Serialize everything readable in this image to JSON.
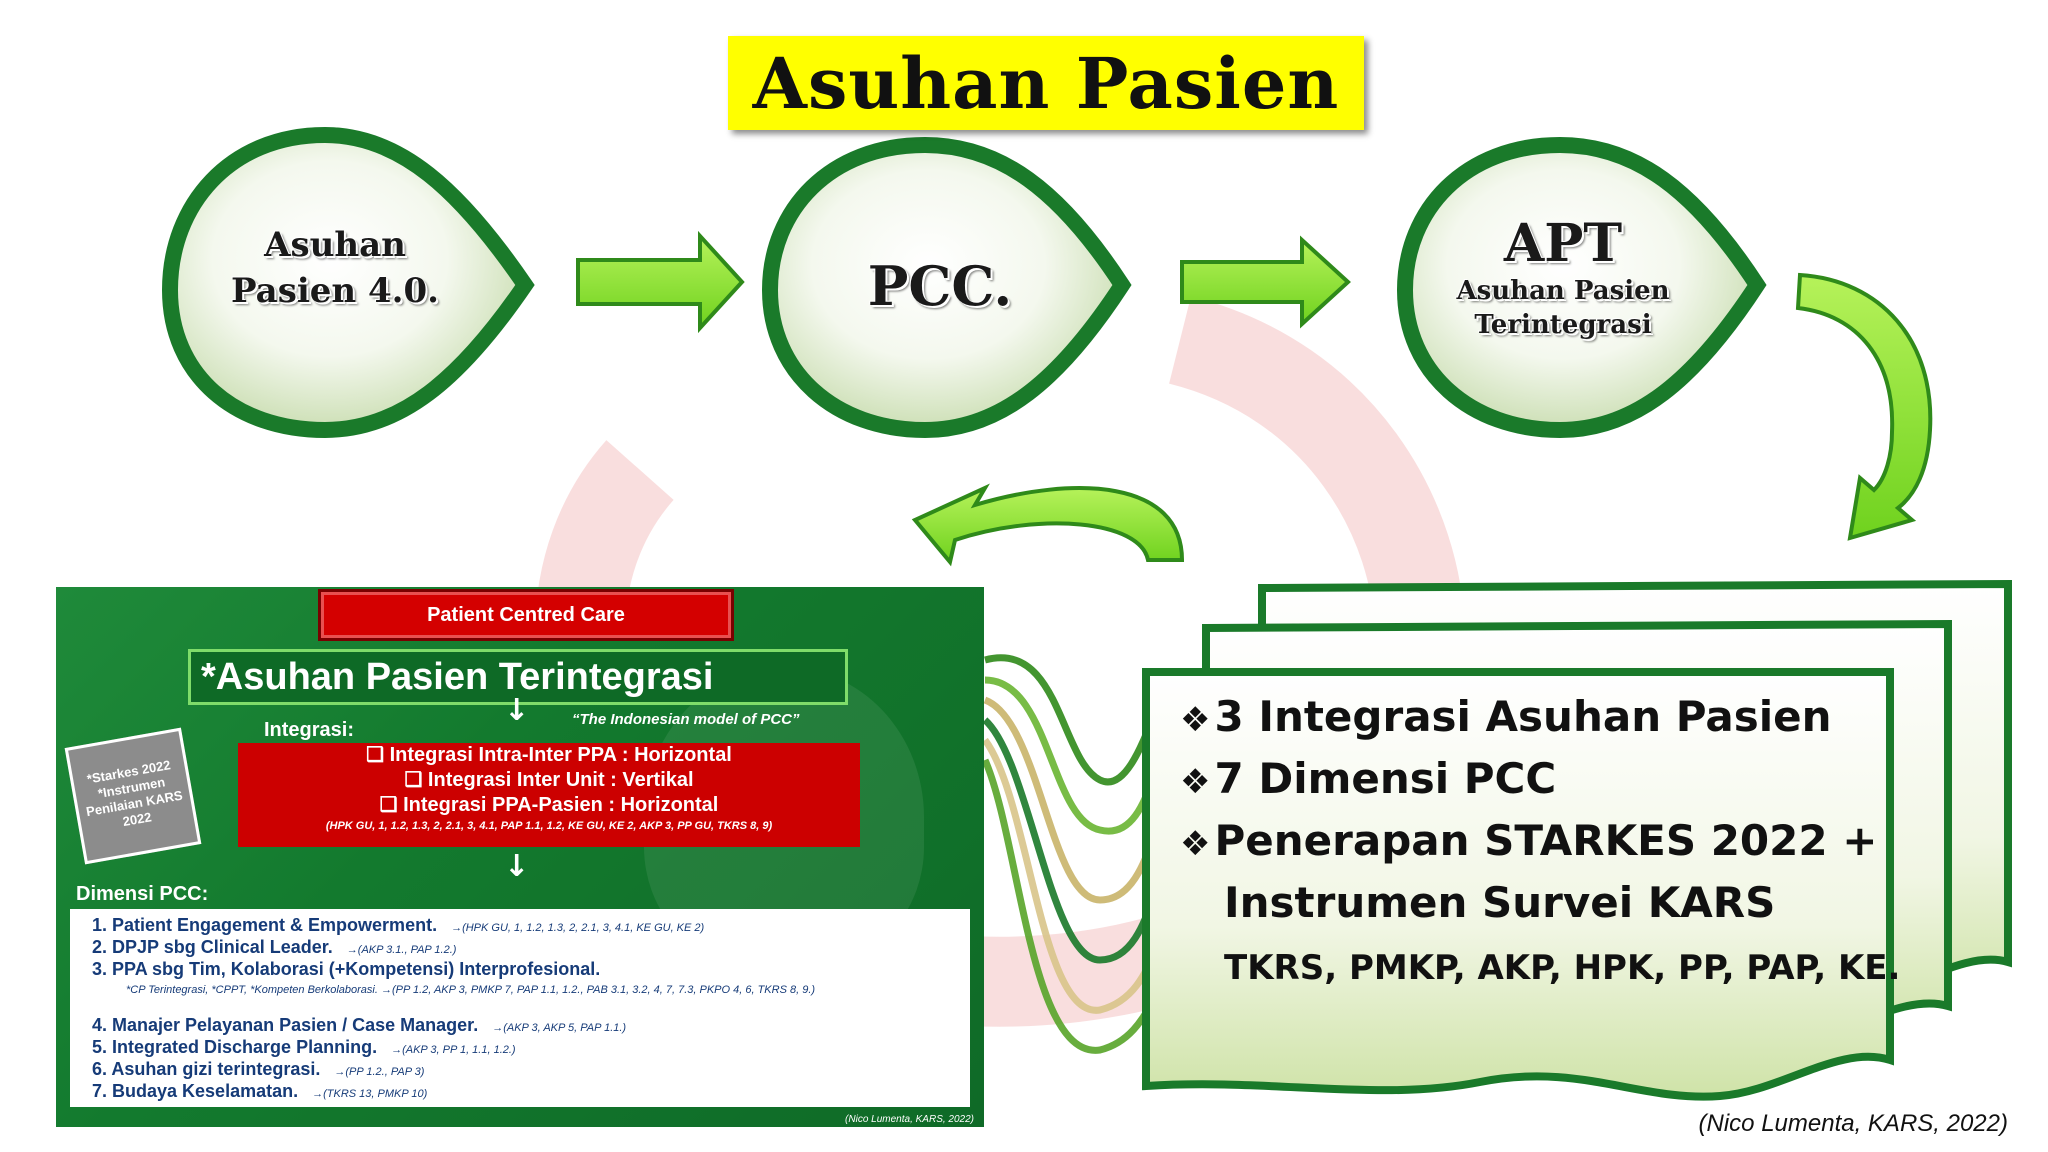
{
  "title": "Asuhan Pasien",
  "drops": [
    {
      "line1": "Asuhan",
      "line2": "Pasien 4.0."
    },
    {
      "line1": "PCC."
    },
    {
      "line1": "APT",
      "line2": "Asuhan Pasien",
      "line3": "Terintegrasi"
    }
  ],
  "panel": {
    "header": "Patient Centred Care",
    "main_title": "*Asuhan Pasien Terintegrasi",
    "subtitle": "“The Indonesian model of PCC”",
    "integrasi_label": "Integrasi:",
    "integrasi_items": [
      "❑ Integrasi Intra-Inter PPA : Horizontal",
      "❑ Integrasi Inter Unit : Vertikal",
      "❑ Integrasi PPA-Pasien : Horizontal"
    ],
    "integrasi_refs": "(HPK GU, 1, 1.2, 1.3, 2, 2.1, 3, 4.1, PAP 1.1, 1.2, KE GU, KE 2, AKP 3, PP GU, TKRS 8, 9)",
    "starkes": [
      "*Starkes 2022",
      "*Instrumen",
      "Penilaian KARS",
      "2022"
    ],
    "dimensi_label": "Dimensi PCC:",
    "dimensi_items": [
      {
        "text": "1. Patient Engagement & Empowerment.",
        "ref": "→(HPK GU, 1, 1.2, 1.3, 2, 2.1, 3, 4.1, KE GU, KE 2)"
      },
      {
        "text": "2. DPJP sbg Clinical Leader.",
        "ref": "→(AKP 3.1., PAP 1.2.)"
      },
      {
        "text": "3. PPA sbg Tim, Kolaborasi (+Kompetensi) Interprofesional.",
        "ref": ""
      },
      {
        "text": "4. Manajer Pelayanan Pasien / Case Manager.",
        "ref": "→(AKP 3, AKP 5, PAP 1.1.)"
      },
      {
        "text": "5. Integrated Discharge Planning.",
        "ref": "→(AKP 3, PP 1, 1.1, 1.2.)"
      },
      {
        "text": "6. Asuhan gizi terintegrasi.",
        "ref": "→(PP 1.2., PAP 3)"
      },
      {
        "text": "7. Budaya Keselamatan.",
        "ref": "→(TKRS 13, PMKP 10)"
      }
    ],
    "dimensi_sub": "*CP Terintegrasi, *CPPT, *Kompeten Berkolaborasi.   →(PP 1.2, AKP 3, PMKP 7, PAP 1.1, 1.2., PAB 3.1, 3.2, 4, 7, 7.3, PKPO 4, 6, TKRS 8, 9.)",
    "credit": "(Nico Lumenta, KARS, 2022)"
  },
  "scroll": {
    "items": [
      "3 Integrasi Asuhan Pasien",
      "7 Dimensi PCC",
      "Penerapan STARKES 2022 +",
      "Instrumen Survei KARS"
    ],
    "bullet": "❖",
    "last_line": "TKRS, PMKP, AKP, HPK, PP, PAP, KE."
  },
  "credit": "(Nico Lumenta, KARS, 2022)",
  "colors": {
    "green_dark": "#1a7a2a",
    "green_light": "#8bea3a",
    "title_bg": "#ffff00",
    "red": "#cc0000"
  }
}
